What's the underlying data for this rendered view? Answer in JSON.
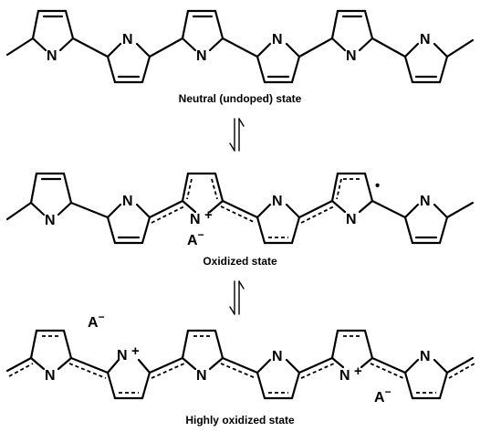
{
  "states": [
    {
      "caption": "Neutral (undoped) state"
    },
    {
      "caption": "Oxidized state"
    },
    {
      "caption": "Highly oxidized state"
    }
  ],
  "atom_labels": {
    "nitrogen": "N",
    "nitrogen_cation": "N",
    "plus": "+",
    "anion": "A",
    "anion_charge": "−",
    "radical": "•"
  },
  "equilibrium_arrows": [
    "reversible-reaction",
    "reversible-reaction"
  ]
}
